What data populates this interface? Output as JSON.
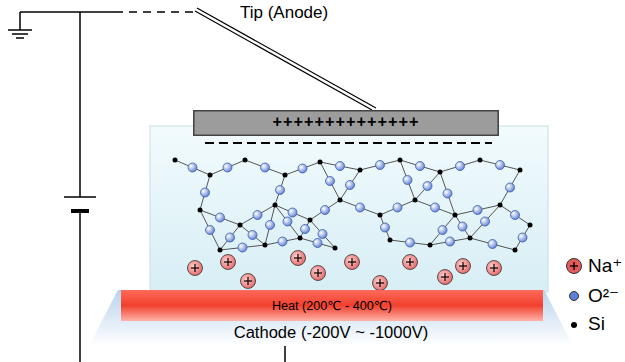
{
  "diagram": {
    "nodes": [
      {
        "text": [
          "++++++++++++++"
        ]
      },
      {
        "text": [
          "Heat (200℃ - 400℃)"
        ]
      },
      {
        "text": [
          "Cathode (-200V ~ -1000V)"
        ]
      }
    ],
    "labels": [
      "Tip (Anode)"
    ],
    "legend": [
      {
        "text": "Na⁺",
        "color": "#e25c5c"
      },
      {
        "text": "O²⁻",
        "color": "#5d7fd4"
      },
      {
        "text": "Si",
        "color": "#000000"
      }
    ]
  }
}
